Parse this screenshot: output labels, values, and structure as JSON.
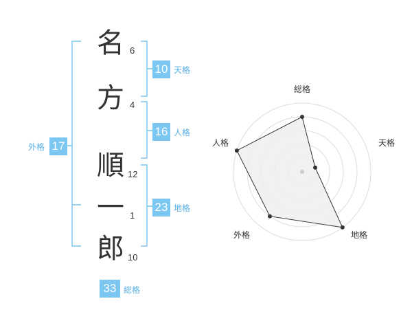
{
  "name_chars": [
    {
      "char": "名",
      "strokes": "6"
    },
    {
      "char": "方",
      "strokes": "4"
    },
    {
      "char": "順",
      "strokes": "12"
    },
    {
      "char": "一",
      "strokes": "1"
    },
    {
      "char": "郎",
      "strokes": "10"
    }
  ],
  "fortunes": {
    "tenkaku": {
      "value": "10",
      "label": "天格"
    },
    "jinkaku": {
      "value": "16",
      "label": "人格"
    },
    "chikaku": {
      "value": "23",
      "label": "地格"
    },
    "gaikaku": {
      "value": "17",
      "label": "外格"
    },
    "soukaku": {
      "value": "33",
      "label": "総格"
    }
  },
  "colors": {
    "accent": "#7cc7f2",
    "accent_text": "#5ab0e6",
    "text": "#333333",
    "radar_fill": "#efefef",
    "radar_grid": "#dddddd"
  },
  "chart_data": {
    "type": "radar",
    "axes": [
      "総格",
      "天格",
      "地格",
      "外格",
      "人格"
    ],
    "values": [
      0.8,
      0.2,
      1.0,
      0.8,
      1.0
    ],
    "rings": 5
  }
}
